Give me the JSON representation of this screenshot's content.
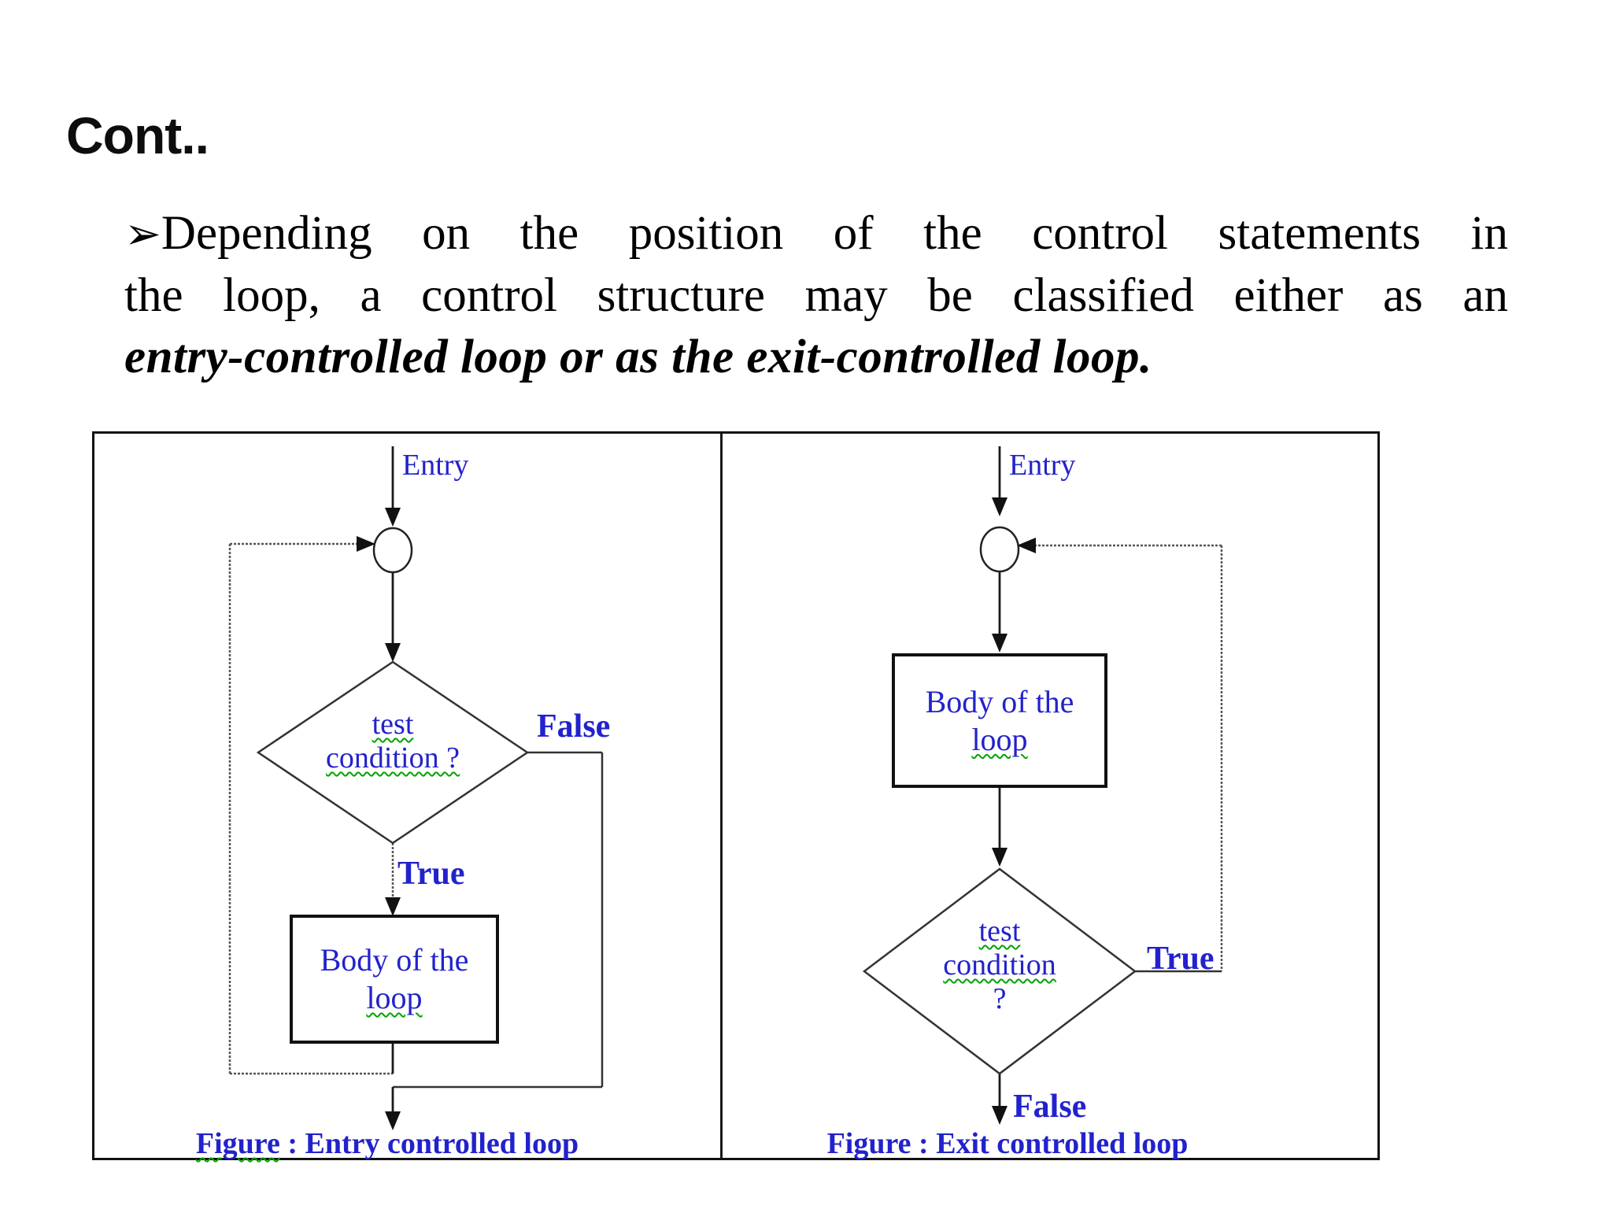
{
  "slide": {
    "title": "Cont..",
    "bullet_glyph": "➢",
    "paragraph": {
      "line1": "Depending on the position of the control statements in",
      "line2": "the loop, a control structure may be classified either as an",
      "line3": "entry-controlled loop or as the exit-controlled loop."
    }
  },
  "figure": {
    "colors": {
      "label_blue": "#2222cc",
      "squiggle_green": "#00a300",
      "line_color": "#1a1a1a"
    },
    "entry_chart": {
      "entry_label": "Entry",
      "condition_line1": "test",
      "condition_line2": "condition ?",
      "false_label": "False",
      "true_label": "True",
      "body_line1": "Body of the",
      "body_line2": "loop",
      "caption_word": "Figure",
      "caption_rest": " : Entry controlled loop"
    },
    "exit_chart": {
      "entry_label": "Entry",
      "body_line1": "Body of the",
      "body_line2": "loop",
      "condition_line1": "test",
      "condition_line2": "condition",
      "condition_line3": "?",
      "true_label": "True",
      "false_label": "False",
      "caption": "Figure : Exit controlled loop"
    }
  }
}
